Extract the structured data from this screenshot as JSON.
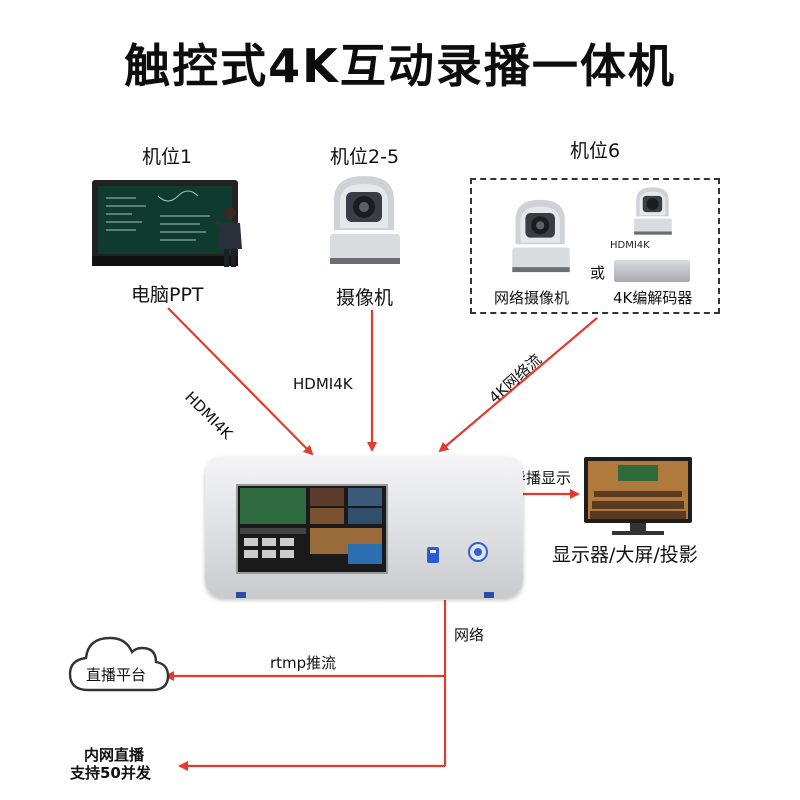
{
  "title": "触控式4K互动录播一体机",
  "inputs": {
    "pos1": {
      "heading": "机位1",
      "label": "电脑PPT"
    },
    "pos2": {
      "heading": "机位2-5",
      "label": "摄像机"
    },
    "pos6": {
      "heading": "机位6",
      "cam_label": "网络摄像机",
      "or": "或",
      "encoder_label": "4K编解码器",
      "link_label": "HDMI4K"
    }
  },
  "connections": {
    "c1": "HDMI4K",
    "c2": "HDMI4K",
    "c3": "4K网络流",
    "display": "导播显示",
    "network": "网络",
    "rtmp": "rtmp推流"
  },
  "outputs": {
    "display_label": "显示器/大屏/投影",
    "live_platform": "直播平台",
    "intranet_line1": "内网直播",
    "intranet_line2": "支持50并发"
  },
  "colors": {
    "arrow": "#e23b2e",
    "title": "#0d0d0d"
  }
}
